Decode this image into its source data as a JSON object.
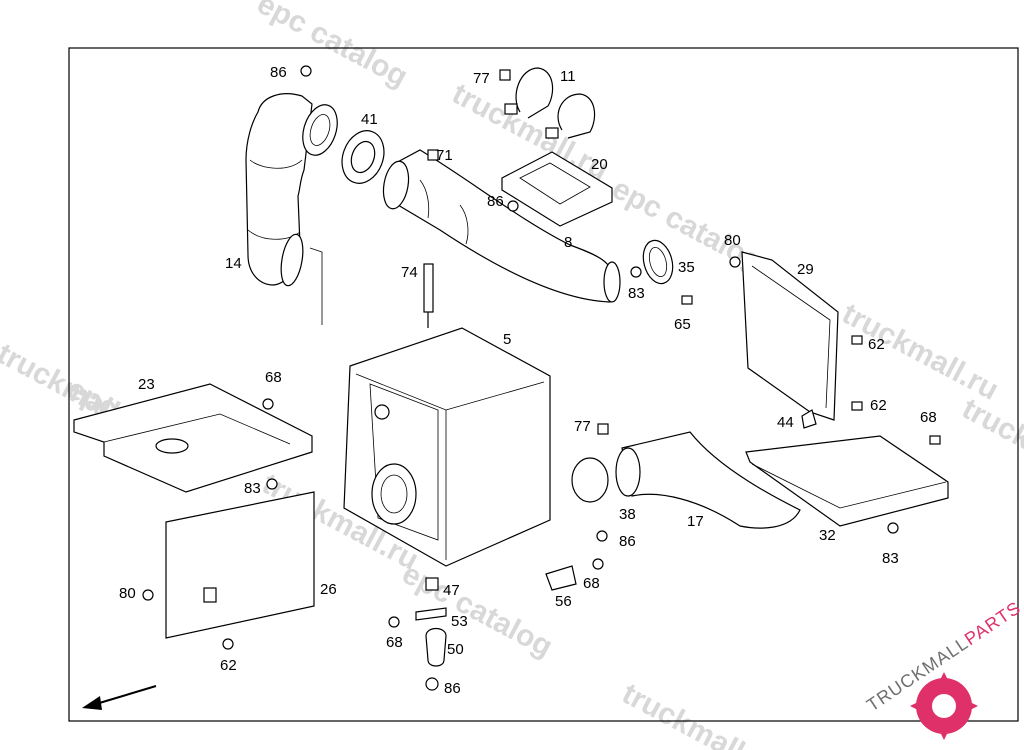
{
  "callouts": [
    {
      "id": "86-top",
      "text": "86"
    },
    {
      "id": "41",
      "text": "41"
    },
    {
      "id": "77-top",
      "text": "77"
    },
    {
      "id": "11",
      "text": "11"
    },
    {
      "id": "71",
      "text": "71"
    },
    {
      "id": "20",
      "text": "20"
    },
    {
      "id": "86-mid",
      "text": "86"
    },
    {
      "id": "14",
      "text": "14"
    },
    {
      "id": "8",
      "text": "8"
    },
    {
      "id": "80-right",
      "text": "80"
    },
    {
      "id": "29",
      "text": "29"
    },
    {
      "id": "35",
      "text": "35"
    },
    {
      "id": "74",
      "text": "74"
    },
    {
      "id": "83-top",
      "text": "83"
    },
    {
      "id": "65",
      "text": "65"
    },
    {
      "id": "5",
      "text": "5"
    },
    {
      "id": "62-a",
      "text": "62"
    },
    {
      "id": "23",
      "text": "23"
    },
    {
      "id": "68-left",
      "text": "68"
    },
    {
      "id": "62-b",
      "text": "62"
    },
    {
      "id": "68-right",
      "text": "68"
    },
    {
      "id": "44",
      "text": "44"
    },
    {
      "id": "77-mid",
      "text": "77"
    },
    {
      "id": "83-left",
      "text": "83"
    },
    {
      "id": "38",
      "text": "38"
    },
    {
      "id": "17",
      "text": "17"
    },
    {
      "id": "32",
      "text": "32"
    },
    {
      "id": "86-lower",
      "text": "86"
    },
    {
      "id": "83-right",
      "text": "83"
    },
    {
      "id": "26",
      "text": "26"
    },
    {
      "id": "80-left",
      "text": "80"
    },
    {
      "id": "47",
      "text": "47"
    },
    {
      "id": "68-mid",
      "text": "68"
    },
    {
      "id": "56",
      "text": "56"
    },
    {
      "id": "53",
      "text": "53"
    },
    {
      "id": "68-low",
      "text": "68"
    },
    {
      "id": "50",
      "text": "50"
    },
    {
      "id": "62-bottom",
      "text": "62"
    },
    {
      "id": "86-bottom",
      "text": "86"
    }
  ],
  "watermarks": [
    "epc catalog",
    "truckmall.ru",
    "epc catalog",
    "truckmall.ru",
    "truckmall.ru",
    "epc catalog",
    "truckmall.ru",
    "epc catalog",
    "truckmall.ru",
    "truckmall.ru"
  ],
  "brand": {
    "name_main": "TRUCKMALL",
    "name_accent": "PARTS"
  },
  "colors": {
    "frame": "#000000",
    "watermark": "#d8d8d8",
    "brand_text": "#6f6f6f",
    "brand_accent": "#e0306a"
  },
  "icons": {
    "direction_arrow": "arrow-down-left-icon",
    "logo": "gear-logo-icon"
  }
}
